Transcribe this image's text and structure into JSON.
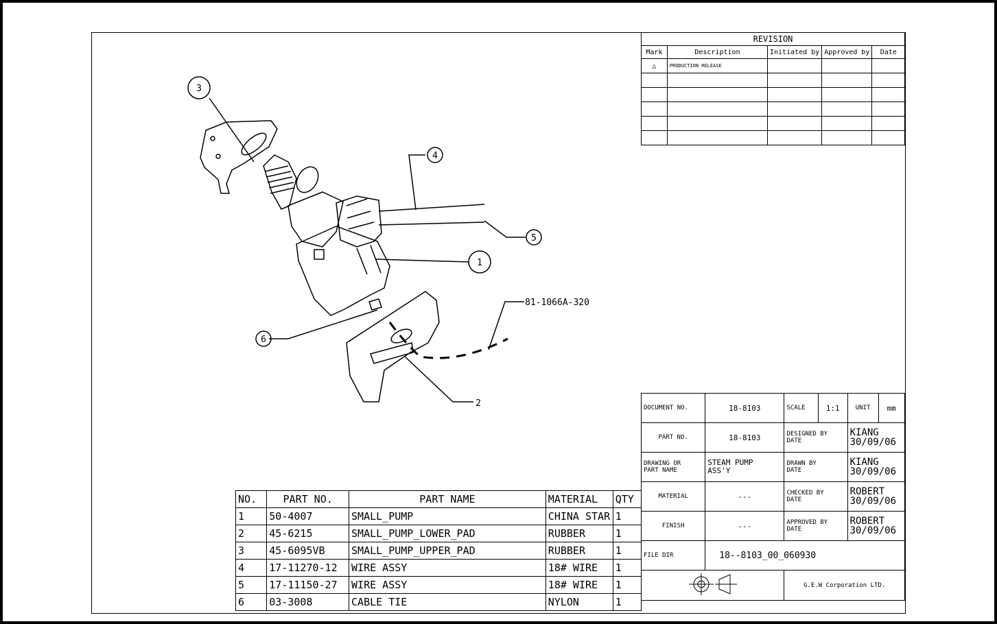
{
  "revision": {
    "title": "REVISION",
    "columns": [
      "Mark",
      "Description",
      "Initiated by",
      "Approved by",
      "Date"
    ],
    "rows": [
      {
        "mark": "△",
        "description": "PRODUCTION RELEASE",
        "initiated_by": "",
        "approved_by": "",
        "date": ""
      },
      {
        "mark": "",
        "description": "",
        "initiated_by": "",
        "approved_by": "",
        "date": ""
      },
      {
        "mark": "",
        "description": "",
        "initiated_by": "",
        "approved_by": "",
        "date": ""
      },
      {
        "mark": "",
        "description": "",
        "initiated_by": "",
        "approved_by": "",
        "date": ""
      },
      {
        "mark": "",
        "description": "",
        "initiated_by": "",
        "approved_by": "",
        "date": ""
      },
      {
        "mark": "",
        "description": "",
        "initiated_by": "",
        "approved_by": "",
        "date": ""
      }
    ]
  },
  "callouts": {
    "c1": "1",
    "c2": "2",
    "c3": "3",
    "c4": "4",
    "c5": "5",
    "c6": "6",
    "ref": "81-1066A-320"
  },
  "parts_list": {
    "columns": [
      "NO.",
      "PART NO.",
      "PART NAME",
      "MATERIAL",
      "QTY"
    ],
    "rows": [
      {
        "no": "1",
        "part_no": "50-4007",
        "name": "SMALL_PUMP",
        "material": "CHINA STAR",
        "qty": "1"
      },
      {
        "no": "2",
        "part_no": "45-6215",
        "name": "SMALL_PUMP_LOWER_PAD",
        "material": "RUBBER",
        "qty": "1"
      },
      {
        "no": "3",
        "part_no": "45-6095VB",
        "name": "SMALL_PUMP_UPPER_PAD",
        "material": "RUBBER",
        "qty": "1"
      },
      {
        "no": "4",
        "part_no": "17-11270-12",
        "name": "WIRE ASSY",
        "material": "18# WIRE",
        "qty": "1"
      },
      {
        "no": "5",
        "part_no": "17-11150-27",
        "name": "WIRE ASSY",
        "material": "18# WIRE",
        "qty": "1"
      },
      {
        "no": "6",
        "part_no": "03-3008",
        "name": "CABLE TIE",
        "material": "NYLON",
        "qty": "1"
      }
    ]
  },
  "title_block": {
    "document_no_label": "DOCUMENT NO.",
    "document_no": "18-8103",
    "scale_label": "SCALE",
    "scale": "1:1",
    "unit_label": "UNIT",
    "unit": "mm",
    "part_no_label": "PART NO.",
    "part_no": "18-8103",
    "designed_label": "DESIGNED BY\nDATE",
    "designed": "KIANG\n30/09/06",
    "drawing_name_label": "DRAWING OR\nPART NAME",
    "drawing_name": "STEAM PUMP\nASS'Y",
    "drawn_label": "DRAWN BY\nDATE",
    "drawn": "KIANG\n30/09/06",
    "material_label": "MATERIAL",
    "material": "---",
    "checked_label": "CHECKED BY\nDATE",
    "checked": "ROBERT\n30/09/06",
    "finish_label": "FINISH",
    "finish": "---",
    "approved_label": "APPROVED BY\nDATE",
    "approved": "ROBERT\n30/09/06",
    "file_dir_label": "FILE DIR",
    "file_dir": "18--8103_00_060930",
    "company": "G.E.W Corporation LTD."
  }
}
